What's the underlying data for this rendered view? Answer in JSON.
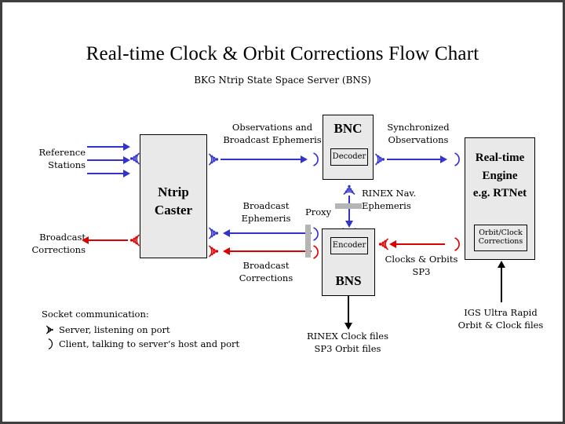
{
  "page": {
    "title": "Real-time Clock & Orbit Corrections Flow Chart",
    "subtitle": "BKG Ntrip State Space Server  (BNS)",
    "border_color": "#3f3f3f",
    "background": "#ffffff"
  },
  "colors": {
    "blue": "#3333cc",
    "red": "#dd0000",
    "black": "#000000",
    "box_fill": "#e9e9e9",
    "gray_bar": "#b5b5b5"
  },
  "nodes": {
    "ntrip_caster": {
      "label_line1": "Ntrip",
      "label_line2": "Caster"
    },
    "bnc": {
      "label": "BNC",
      "sub_label": "Decoder"
    },
    "bns": {
      "label": "BNS",
      "sub_label": "Encoder"
    },
    "rt_engine": {
      "label_line1": "Real-time",
      "label_line2": "Engine",
      "label_line3": "e.g. RTNet",
      "sub_label_line1": "Orbit/Clock",
      "sub_label_line2": "Corrections"
    }
  },
  "labels": {
    "reference_stations_l1": "Reference",
    "reference_stations_l2": "Stations",
    "broadcast_corrections_left_l1": "Broadcast",
    "broadcast_corrections_left_l2": "Corrections",
    "observations_l1": "Observations and",
    "observations_l2": "Broadcast Ephemeris",
    "synchronized_l1": "Synchronized",
    "synchronized_l2": "Observations",
    "broadcast_ephemeris_l1": "Broadcast",
    "broadcast_ephemeris_l2": "Ephemeris",
    "proxy": "Proxy",
    "rinex_nav_l1": "RINEX Nav.",
    "rinex_nav_l2": "Ephemeris",
    "broadcast_corrections_mid_l1": "Broadcast",
    "broadcast_corrections_mid_l2": "Corrections",
    "clocks_orbits_l1": "Clocks & Orbits",
    "clocks_orbits_l2": "SP3",
    "rinex_clock_files_l1": "RINEX Clock files",
    "rinex_clock_files_l2": "SP3 Orbit files",
    "igs_ultra_rapid_l1": "IGS Ultra Rapid",
    "igs_ultra_rapid_l2": "Orbit & Clock files"
  },
  "legend": {
    "heading": "Socket communication:",
    "server_text": "Server, listening on port",
    "client_text": "Client, talking to server‘s host and port",
    "server_icon": "socket-server-icon",
    "client_icon": "socket-client-icon"
  },
  "icons": {
    "socket_server": "socket-server-icon",
    "socket_client": "socket-client-icon",
    "arrow_right": "arrow-right-icon",
    "arrow_left": "arrow-left-icon",
    "arrow_down": "arrow-down-icon",
    "arrow_up": "arrow-up-icon"
  }
}
